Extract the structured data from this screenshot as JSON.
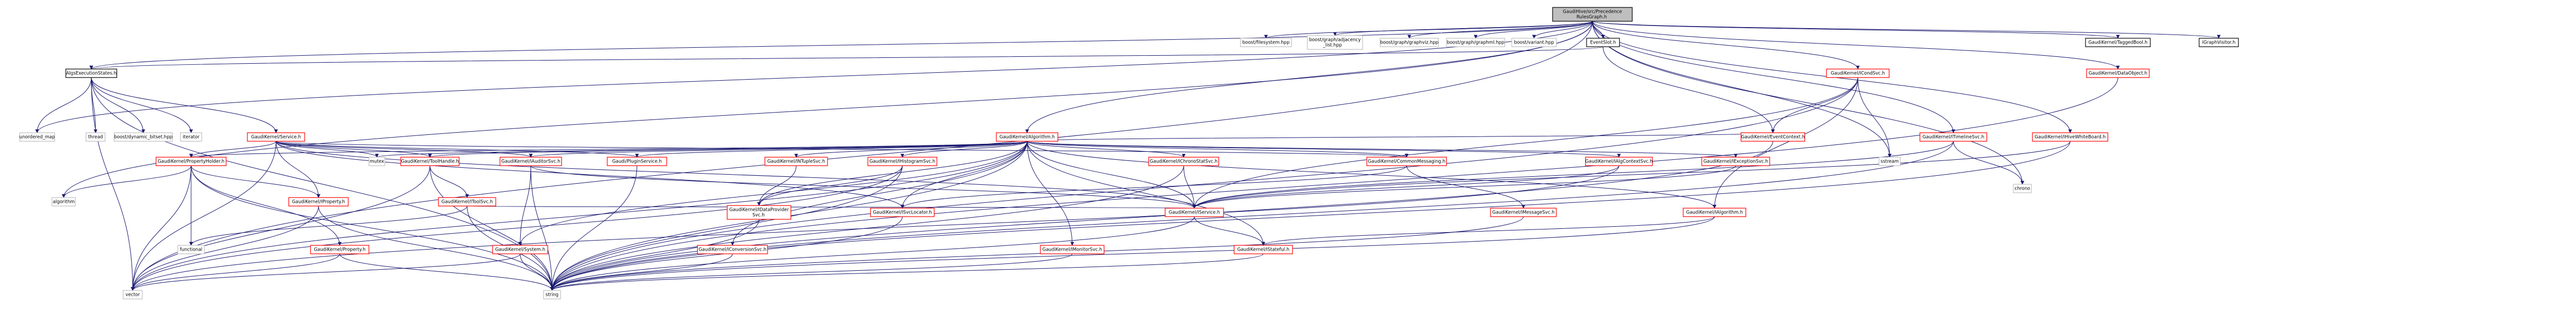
{
  "graph": {
    "colors": {
      "edge": "#191970",
      "root_fill": "#bfbfbf",
      "documented_border": "#000000",
      "undocumented_border": "#ff0000",
      "node_fill": "#ffffff",
      "text": "#000000"
    },
    "nodes": [
      {
        "id": "root",
        "lines": [
          "GaudiHive/src/Precedence",
          "RulesGraph.h"
        ],
        "style": "root"
      },
      {
        "id": "algsexec",
        "lines": [
          "AlgsExecutionStates.h"
        ],
        "style": "documented"
      },
      {
        "id": "fsystem",
        "lines": [
          "boost/filesystem.hpp"
        ],
        "style": "plain"
      },
      {
        "id": "adjlist",
        "lines": [
          "boost/graph/adjacency",
          "_list.hpp"
        ],
        "style": "plain"
      },
      {
        "id": "graphviz",
        "lines": [
          "boost/graph/graphviz.hpp"
        ],
        "style": "plain"
      },
      {
        "id": "graphml",
        "lines": [
          "boost/graph/graphml.hpp"
        ],
        "style": "plain"
      },
      {
        "id": "variant",
        "lines": [
          "boost/variant.hpp"
        ],
        "style": "plain"
      },
      {
        "id": "eventslot",
        "lines": [
          "EventSlot.h"
        ],
        "style": "documented"
      },
      {
        "id": "taggedbool",
        "lines": [
          "GaudiKernel/TaggedBool.h"
        ],
        "style": "documented"
      },
      {
        "id": "igraphvisitor",
        "lines": [
          "IGraphVisitor.h"
        ],
        "style": "documented"
      },
      {
        "id": "dataobject",
        "lines": [
          "GaudiKernel/DataObject.h"
        ],
        "style": "undocumented"
      },
      {
        "id": "icondsvc",
        "lines": [
          "GaudiKernel/ICondSvc.h"
        ],
        "style": "undocumented"
      },
      {
        "id": "unorderedmap",
        "lines": [
          "unordered_map"
        ],
        "style": "plain"
      },
      {
        "id": "thread",
        "lines": [
          "thread"
        ],
        "style": "plain"
      },
      {
        "id": "dynbitset",
        "lines": [
          "boost/dynamic_bitset.hpp"
        ],
        "style": "plain"
      },
      {
        "id": "iterator",
        "lines": [
          "iterator"
        ],
        "style": "plain"
      },
      {
        "id": "service",
        "lines": [
          "GaudiKernel/Service.h"
        ],
        "style": "undocumented"
      },
      {
        "id": "algorithmh",
        "lines": [
          "GaudiKernel/Algorithm.h"
        ],
        "style": "undocumented"
      },
      {
        "id": "itimelinesvc",
        "lines": [
          "GaudiKernel/ITimelineSvc.h"
        ],
        "style": "undocumented"
      },
      {
        "id": "ihivewhiteboard",
        "lines": [
          "GaudiKernel/IHiveWhiteBoard.h"
        ],
        "style": "undocumented"
      },
      {
        "id": "ieventcontext",
        "lines": [
          "GaudiKernel/EventContext.h"
        ],
        "style": "undocumented"
      },
      {
        "id": "mutex",
        "lines": [
          "mutex"
        ],
        "style": "plain"
      },
      {
        "id": "propertyholder",
        "lines": [
          "GaudiKernel/PropertyHolder.h"
        ],
        "style": "undocumented"
      },
      {
        "id": "toolhandle",
        "lines": [
          "GaudiKernel/ToolHandle.h"
        ],
        "style": "undocumented"
      },
      {
        "id": "iauditorsvc",
        "lines": [
          "GaudiKernel/IAuditorSvc.h"
        ],
        "style": "undocumented"
      },
      {
        "id": "pluginservice",
        "lines": [
          "Gaudi/PluginService.h"
        ],
        "style": "undocumented"
      },
      {
        "id": "intuplesvc",
        "lines": [
          "GaudiKernel/INTupleSvc.h"
        ],
        "style": "undocumented"
      },
      {
        "id": "ihistogramsvc",
        "lines": [
          "GaudiKernel/IHistogramSvc.h"
        ],
        "style": "undocumented"
      },
      {
        "id": "iexceptionsvc",
        "lines": [
          "GaudiKernel/IExceptionSvc.h"
        ],
        "style": "undocumented"
      },
      {
        "id": "ialgcontextsvc",
        "lines": [
          "GaudiKernel/IAlgContextSvc.h"
        ],
        "style": "undocumented"
      },
      {
        "id": "ichronostatsvc",
        "lines": [
          "GaudiKernel/IChronoStatSvc.h"
        ],
        "style": "undocumented"
      },
      {
        "id": "commonmessaging",
        "lines": [
          "GaudiKernel/CommonMessaging.h"
        ],
        "style": "undocumented"
      },
      {
        "id": "iproperty",
        "lines": [
          "GaudiKernel/IProperty.h"
        ],
        "style": "undocumented"
      },
      {
        "id": "itoolsvc",
        "lines": [
          "GaudiKernel/IToolSvc.h"
        ],
        "style": "undocumented"
      },
      {
        "id": "idataprovidersvc",
        "lines": [
          "GaudiKernel/IDataProvider",
          "Svc.h"
        ],
        "style": "undocumented"
      },
      {
        "id": "isvclocator",
        "lines": [
          "GaudiKernel/ISvcLocator.h"
        ],
        "style": "undocumented"
      },
      {
        "id": "iservice",
        "lines": [
          "GaudiKernel/IService.h"
        ],
        "style": "undocumented"
      },
      {
        "id": "imessagesvc",
        "lines": [
          "GaudiKernel/IMessageSvc.h"
        ],
        "style": "undocumented"
      },
      {
        "id": "ialgorithm",
        "lines": [
          "GaudiKernel/IAlgorithm.h"
        ],
        "style": "undocumented"
      },
      {
        "id": "iconversionsvc",
        "lines": [
          "GaudiKernel/IConversionSvc.h"
        ],
        "style": "undocumented"
      },
      {
        "id": "imonitorsvc",
        "lines": [
          "GaudiKernel/IMonitorSvc.h"
        ],
        "style": "undocumented"
      },
      {
        "id": "isystem",
        "lines": [
          "GaudiKernel/System.h"
        ],
        "style": "undocumented"
      },
      {
        "id": "property",
        "lines": [
          "GaudiKernel/Property.h"
        ],
        "style": "undocumented"
      },
      {
        "id": "istateful",
        "lines": [
          "GaudiKernel/IStateful.h"
        ],
        "style": "undocumented"
      },
      {
        "id": "functional",
        "lines": [
          "functional"
        ],
        "style": "plain"
      },
      {
        "id": "algorithm_std",
        "lines": [
          "algorithm"
        ],
        "style": "plain"
      },
      {
        "id": "vector",
        "lines": [
          "vector"
        ],
        "style": "plain"
      },
      {
        "id": "string",
        "lines": [
          "string"
        ],
        "style": "plain"
      },
      {
        "id": "sstream",
        "lines": [
          "sstream"
        ],
        "style": "plain"
      },
      {
        "id": "chrono",
        "lines": [
          "chrono"
        ],
        "style": "plain"
      }
    ]
  }
}
